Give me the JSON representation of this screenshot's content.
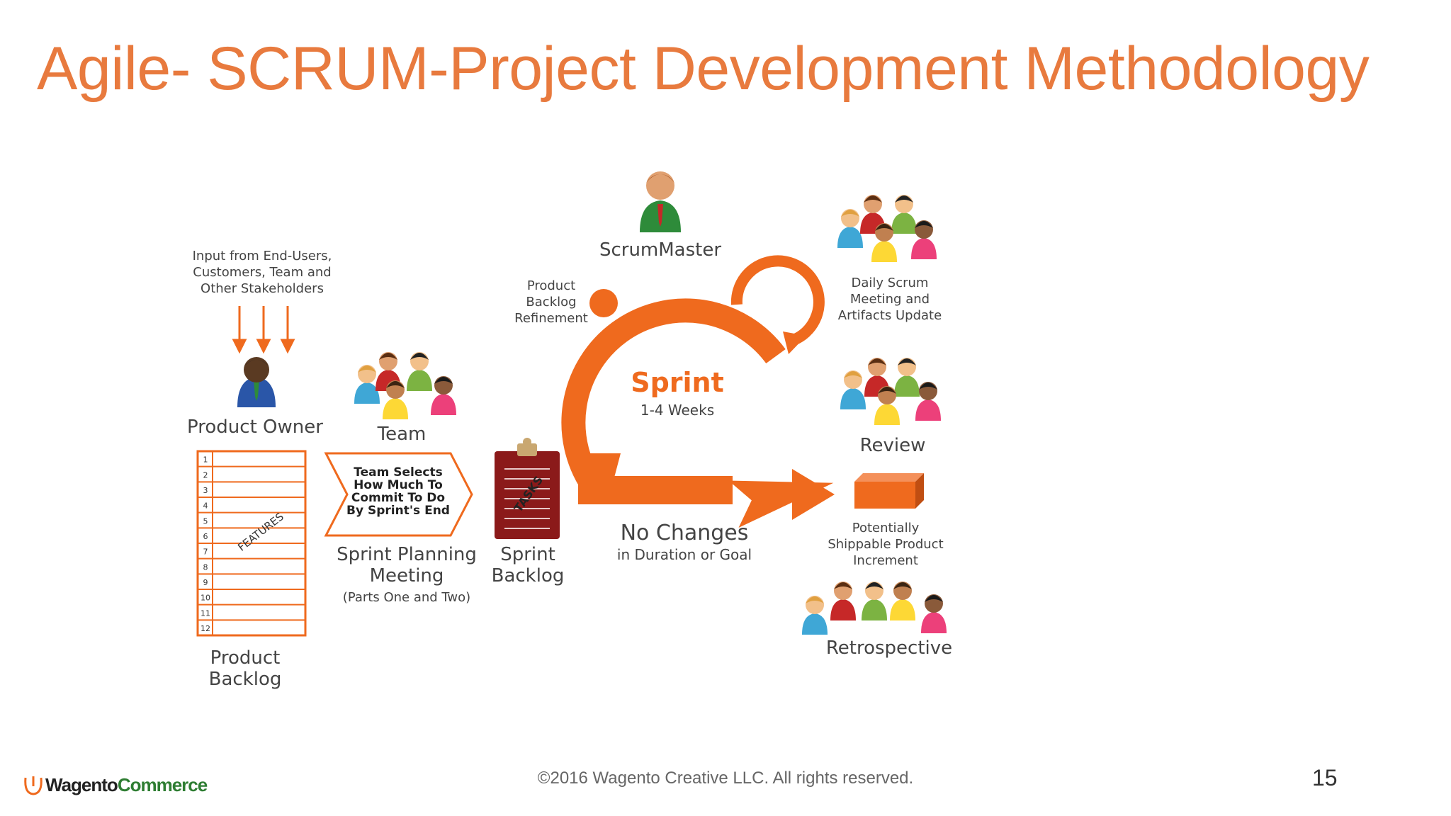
{
  "slide": {
    "title": "Agile- SCRUM-Project Development Methodology",
    "page_number": "15",
    "copyright": "©2016 Wagento Creative LLC. All rights reserved.",
    "logo": {
      "part1": "Wagento",
      "part2": "Commerce"
    }
  },
  "diagram": {
    "input_lines": [
      "Input from End-Users,",
      "Customers, Team and",
      "Other Stakeholders"
    ],
    "product_owner": "Product Owner",
    "product_backlog_lines": [
      "Product",
      "Backlog"
    ],
    "features_label": "FEATURES",
    "backlog_numbers": [
      "1",
      "2",
      "3",
      "4",
      "5",
      "6",
      "7",
      "8",
      "9",
      "10",
      "11",
      "12"
    ],
    "team": "Team",
    "team_selects_lines": [
      "Team Selects",
      "How Much To",
      "Commit To Do",
      "By Sprint's End"
    ],
    "sprint_planning_lines": [
      "Sprint Planning",
      "Meeting"
    ],
    "sprint_planning_sub": "(Parts One and Two)",
    "sprint_backlog_lines": [
      "Sprint",
      "Backlog"
    ],
    "tasks_label": "TASKS",
    "scrummaster": "ScrumMaster",
    "refinement_lines": [
      "Product",
      "Backlog",
      "Refinement"
    ],
    "sprint": "Sprint",
    "sprint_duration": "1-4 Weeks",
    "no_changes": "No Changes",
    "no_changes_sub": "in Duration or Goal",
    "daily_scrum_lines": [
      "Daily Scrum",
      "Meeting and",
      "Artifacts Update"
    ],
    "review": "Review",
    "increment_lines": [
      "Potentially",
      "Shippable Product",
      "Increment"
    ],
    "retrospective": "Retrospective"
  },
  "colors": {
    "accent": "#ef6a1e",
    "title": "#e87a3e",
    "backlog_box": "#8b1a1a"
  }
}
